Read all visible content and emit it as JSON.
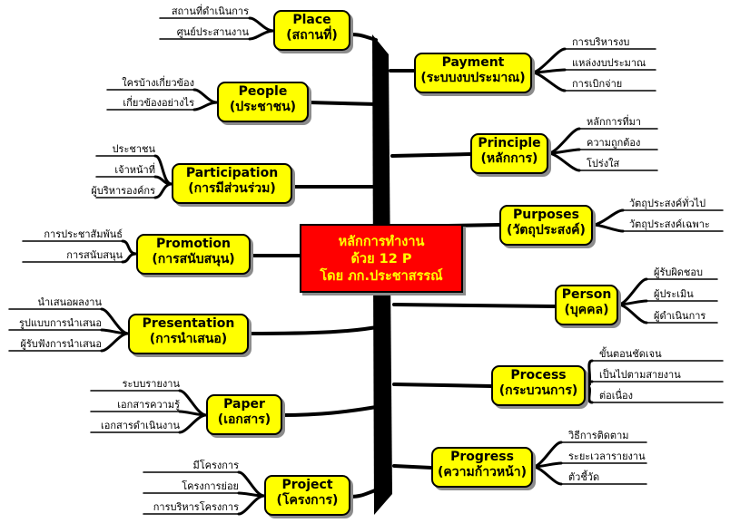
{
  "center": {
    "lines": [
      "หลักการทำงาน",
      "ด้วย 12 P",
      "โดย ภก.ประชาสรรณ์"
    ]
  },
  "nodes": [
    {
      "id": "place",
      "side": "left",
      "title": "Place",
      "subtitle": "(สถานที่)",
      "leaves": [
        "สถานที่ดำเนินการ",
        "ศูนย์ประสานงาน"
      ]
    },
    {
      "id": "people",
      "side": "left",
      "title": "People",
      "subtitle": "(ประชาชน)",
      "leaves": [
        "ใครบ้างเกี่ยวข้อง",
        "เกี่ยวข้องอย่างไร"
      ]
    },
    {
      "id": "participation",
      "side": "left",
      "title": "Participation",
      "subtitle": "(การมีส่วนร่วม)",
      "leaves": [
        "ประชาชน",
        "เจ้าหน้าที่",
        "ผู้บริหารองค์กร"
      ]
    },
    {
      "id": "promotion",
      "side": "left",
      "title": "Promotion",
      "subtitle": "(การสนับสนุน)",
      "leaves": [
        "การประชาสัมพันธ์",
        "การสนับสนุน"
      ]
    },
    {
      "id": "presentation",
      "side": "left",
      "title": "Presentation",
      "subtitle": "(การนำเสนอ)",
      "leaves": [
        "นำเสนอผลงาน",
        "รูปแบบการนำเสนอ",
        "ผู้รับฟังการนำเสนอ"
      ]
    },
    {
      "id": "paper",
      "side": "left",
      "title": "Paper",
      "subtitle": "(เอกสาร)",
      "leaves": [
        "ระบบรายงาน",
        "เอกสารความรู้",
        "เอกสารดำเนินงาน"
      ]
    },
    {
      "id": "project",
      "side": "left",
      "title": "Project",
      "subtitle": "(โครงการ)",
      "leaves": [
        "มีโครงการ",
        "โครงการย่อย",
        "การบริหารโครงการ"
      ]
    },
    {
      "id": "payment",
      "side": "right",
      "title": "Payment",
      "subtitle": "(ระบบงบประมาณ)",
      "leaves": [
        "การบริหารงบ",
        "แหล่งงบประมาณ",
        "การเบิกจ่าย"
      ]
    },
    {
      "id": "principle",
      "side": "right",
      "title": "Principle",
      "subtitle": "(หลักการ)",
      "leaves": [
        "หลักการที่มา",
        "ความถูกต้อง",
        "โปร่งใส"
      ]
    },
    {
      "id": "purposes",
      "side": "right",
      "title": "Purposes",
      "subtitle": "(วัตถุประสงค์)",
      "leaves": [
        "วัตถุประสงค์ทั่วไป",
        "วัตถุประสงค์เฉพาะ"
      ]
    },
    {
      "id": "person",
      "side": "right",
      "title": "Person",
      "subtitle": "(บุคคล)",
      "leaves": [
        "ผู้รับผิดชอบ",
        "ผู้ประเมิน",
        "ผู้ดำเนินการ"
      ]
    },
    {
      "id": "process",
      "side": "right",
      "title": "Process",
      "subtitle": "(กระบวนการ)",
      "leaves": [
        "ขั้นตอนชัดเจน",
        "เป็นไปตามสายงาน",
        "ต่อเนื่อง"
      ]
    },
    {
      "id": "progress",
      "side": "right",
      "title": "Progress",
      "subtitle": "(ความก้าวหน้า)",
      "leaves": [
        "วิธีการติดตาม",
        "ระยะเวลารายงาน",
        "ตัวชี้วัด"
      ]
    }
  ]
}
